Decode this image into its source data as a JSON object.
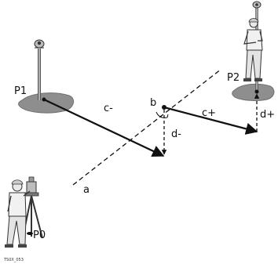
{
  "labels": {
    "p1": "P1",
    "p2": "P2",
    "p0": "P0",
    "a": "a",
    "b": "b",
    "c_minus": "c-",
    "c_plus": "c+",
    "d_minus": "d-",
    "d_plus": "d+"
  },
  "figure_id": "TS0X_053"
}
